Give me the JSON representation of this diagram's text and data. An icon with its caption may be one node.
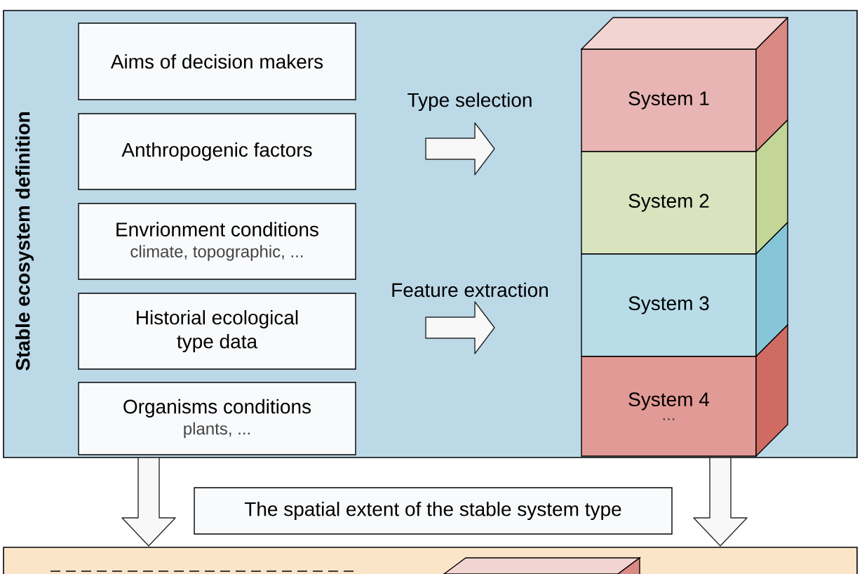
{
  "diagram": {
    "nodes": [
      {
        "text": [
          "Stable ecosystem definition"
        ]
      },
      {
        "text": [
          "Aims of decision makers"
        ],
        "in": 0
      },
      {
        "text": [
          "Anthropogenic factors"
        ],
        "in": 0
      },
      {
        "text": [
          "Envrionment conditions",
          "climate, topographic, ..."
        ],
        "in": 0
      },
      {
        "text": [
          "Historial ecological type data"
        ],
        "in": 0
      },
      {
        "text": [
          "Organisms conditions",
          "plants, ..."
        ],
        "in": 0
      },
      {
        "text": [
          "System 1"
        ],
        "in": 0
      },
      {
        "text": [
          "System 2"
        ],
        "in": 0
      },
      {
        "text": [
          "System 3"
        ],
        "in": 0
      },
      {
        "text": [
          "System 4",
          "..."
        ],
        "in": 0
      },
      {
        "text": [
          "The spatial extent of the stable system type"
        ]
      },
      {
        "text": [],
        "shape": "box"
      },
      {
        "text": [],
        "shape": "box",
        "in": 11
      },
      {
        "text": [],
        "shape": "box",
        "in": 11
      }
    ],
    "edges": [
      {
        "from": 0,
        "to": 11,
        "arrow": "to"
      },
      {
        "from": 0,
        "to": 11,
        "arrow": "to"
      }
    ],
    "labels": [
      "Type selection",
      "Feature extraction"
    ]
  }
}
